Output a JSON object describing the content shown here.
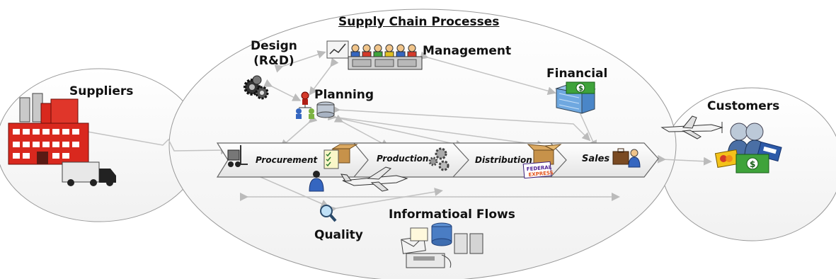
{
  "title": "Supply Chain Processes",
  "nodes": {
    "suppliers": "Suppliers",
    "customers": "Customers",
    "design": "Design\n(R&D)",
    "management": "Management",
    "financial": "Financial",
    "planning": "Planning",
    "quality": "Quality",
    "information_flows": "Informatioal Flows"
  },
  "process_steps": [
    "Procurement",
    "Production",
    "Distribution",
    "Sales"
  ],
  "icons": {
    "suppliers": "factory-icon",
    "truck": "truck-icon",
    "design": "gears-icon",
    "management": "management-team-icon",
    "financial": "bank-building-icon",
    "planning": "org-chart-icon",
    "procurement": "forklift-icon",
    "procurement_goods": "box-checklist-icon",
    "procurement_person": "person-icon",
    "production": "production-gears-icon",
    "jet": "jet-plane-icon",
    "distribution": "shipping-box-icon",
    "express": "express-package-icon",
    "sales": "salesperson-icon",
    "customers_people": "customers-icon",
    "customers_money": "money-cards-icon",
    "customers_plane": "small-plane-icon",
    "quality": "magnifier-icon",
    "info": "information-systems-icon"
  },
  "colors": {
    "factory": "#d9281e",
    "money": "#3fa33b",
    "ellipse_stroke": "#999999",
    "arrow": "#bbbbbb"
  }
}
